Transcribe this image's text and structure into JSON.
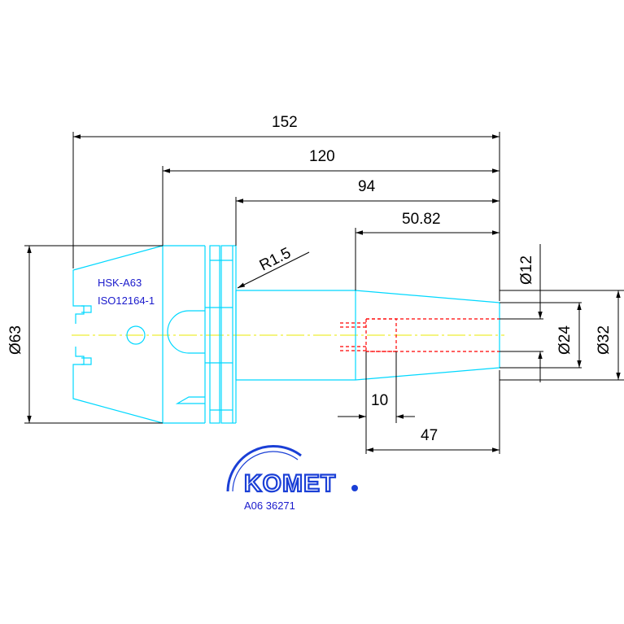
{
  "dimensions": {
    "d152": "152",
    "d120": "120",
    "d94": "94",
    "d5082": "50.82",
    "r15": "R1.5",
    "d63": "Ø63",
    "d12": "Ø12",
    "d24": "Ø24",
    "d32": "Ø32",
    "d10": "10",
    "d47": "47"
  },
  "labels": {
    "shank_type": "HSK-A63",
    "standard": "ISO12164-1"
  },
  "brand": {
    "logo_text": "KOMET",
    "article_number": "A06 36271"
  },
  "colors": {
    "outline": "#00d8ff",
    "dimension": "#000000",
    "hidden_bore": "#ff0000",
    "centerline": "#e8e800",
    "brand": "#1a3fd6"
  }
}
